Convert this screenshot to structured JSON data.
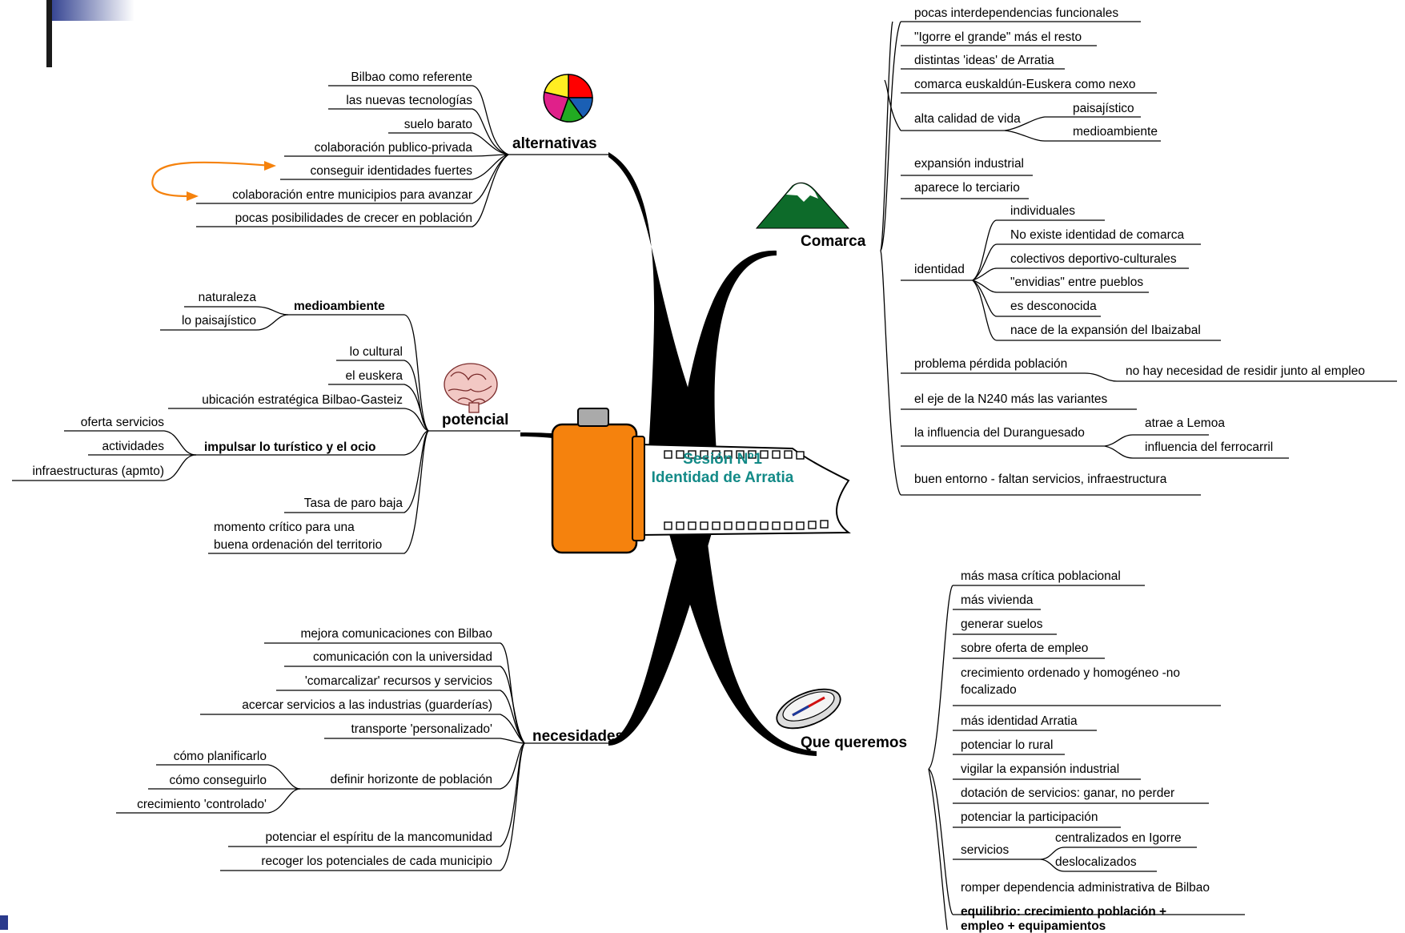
{
  "center": {
    "line1": "Sesión Nº1",
    "line2": "Identidad de Arratia"
  },
  "branches": {
    "alternativas": {
      "label": "alternativas",
      "icon": "pie-chart-icon",
      "items": [
        "Bilbao como referente",
        "las nuevas tecnologías",
        "suelo barato",
        "colaboración publico-privada",
        "conseguir identidades fuertes",
        "colaboración entre municipios para avanzar",
        "pocas posibilidades de crecer en población"
      ]
    },
    "potencial": {
      "label": "potencial",
      "icon": "brain-icon",
      "medioambiente": {
        "label": "medioambiente",
        "items": [
          "naturaleza",
          "lo paisajístico"
        ]
      },
      "items": [
        "lo cultural",
        "el euskera",
        "ubicación estratégica Bilbao-Gasteiz"
      ],
      "turismo": {
        "label": "impulsar lo turístico y el ocio",
        "items": [
          "oferta servicios",
          "actividades",
          "infraestructuras (apmto)"
        ]
      },
      "tail": [
        "Tasa de paro baja",
        "momento crítico para una",
        "buena ordenación del territorio"
      ]
    },
    "necesidades": {
      "label": "necesidades",
      "items": [
        "mejora comunicaciones con Bilbao",
        "comunicación con la universidad",
        "'comarcalizar' recursos y servicios",
        "acercar servicios a las industrias (guarderías)",
        "transporte 'personalizado'"
      ],
      "horizonte": {
        "label": "definir  horizonte de población",
        "items": [
          "cómo planificarlo",
          "cómo conseguirlo",
          "crecimiento 'controlado'"
        ]
      },
      "tail": [
        "potenciar el espíritu de la mancomunidad",
        "recoger los potenciales de cada municipio"
      ]
    },
    "comarca": {
      "label": "Comarca",
      "icon": "mountain-icon",
      "items": [
        "pocas interdependencias funcionales",
        "\"Igorre el grande\" más el resto",
        "distintas 'ideas' de Arratia",
        "comarca euskaldún-Euskera como nexo"
      ],
      "calidad": {
        "label": "alta calidad de vida",
        "items": [
          "paisajístico",
          "medioambiente"
        ]
      },
      "mid": [
        "expansión industrial",
        "aparece lo terciario"
      ],
      "identidad": {
        "label": "identidad",
        "items": [
          "individuales",
          "No existe identidad de comarca",
          "colectivos deportivo-culturales",
          "\"envidias\" entre pueblos",
          "es desconocida",
          "nace de la expansión del Ibaizabal"
        ]
      },
      "poblacion": {
        "label": "problema pérdida población",
        "items": [
          "no hay necesidad de residir junto al empleo"
        ]
      },
      "n240": "el eje de la N240 más las variantes",
      "durango": {
        "label": "la influencia del Duranguesado",
        "items": [
          "atrae a Lemoa",
          "influencia del ferrocarril"
        ]
      },
      "entorno": "buen entorno - faltan servicios, infraestructura"
    },
    "queremos": {
      "label": "Que queremos",
      "icon": "compass-icon",
      "items": [
        "más masa crítica poblacional",
        "más vivienda",
        "generar suelos",
        "sobre oferta de empleo",
        "crecimiento ordenado y homogéneo -no",
        "focalizado",
        "más identidad Arratia",
        "potenciar lo rural",
        "vigilar la expansión industrial",
        "dotación de servicios:  ganar, no perder",
        "potenciar la participación"
      ],
      "servicios": {
        "label": "servicios",
        "items": [
          "centralizados en Igorre",
          "deslocalizados"
        ]
      },
      "tail": [
        "romper dependencia administrativa de Bilbao",
        "equilibrio: crecimiento población +",
        "empleo + equipamientos"
      ]
    }
  },
  "colors": {
    "center_text": "#138a87",
    "film": "#f5820d",
    "arrow": "#f5820d",
    "slide_accent": "#2a3a8c"
  }
}
